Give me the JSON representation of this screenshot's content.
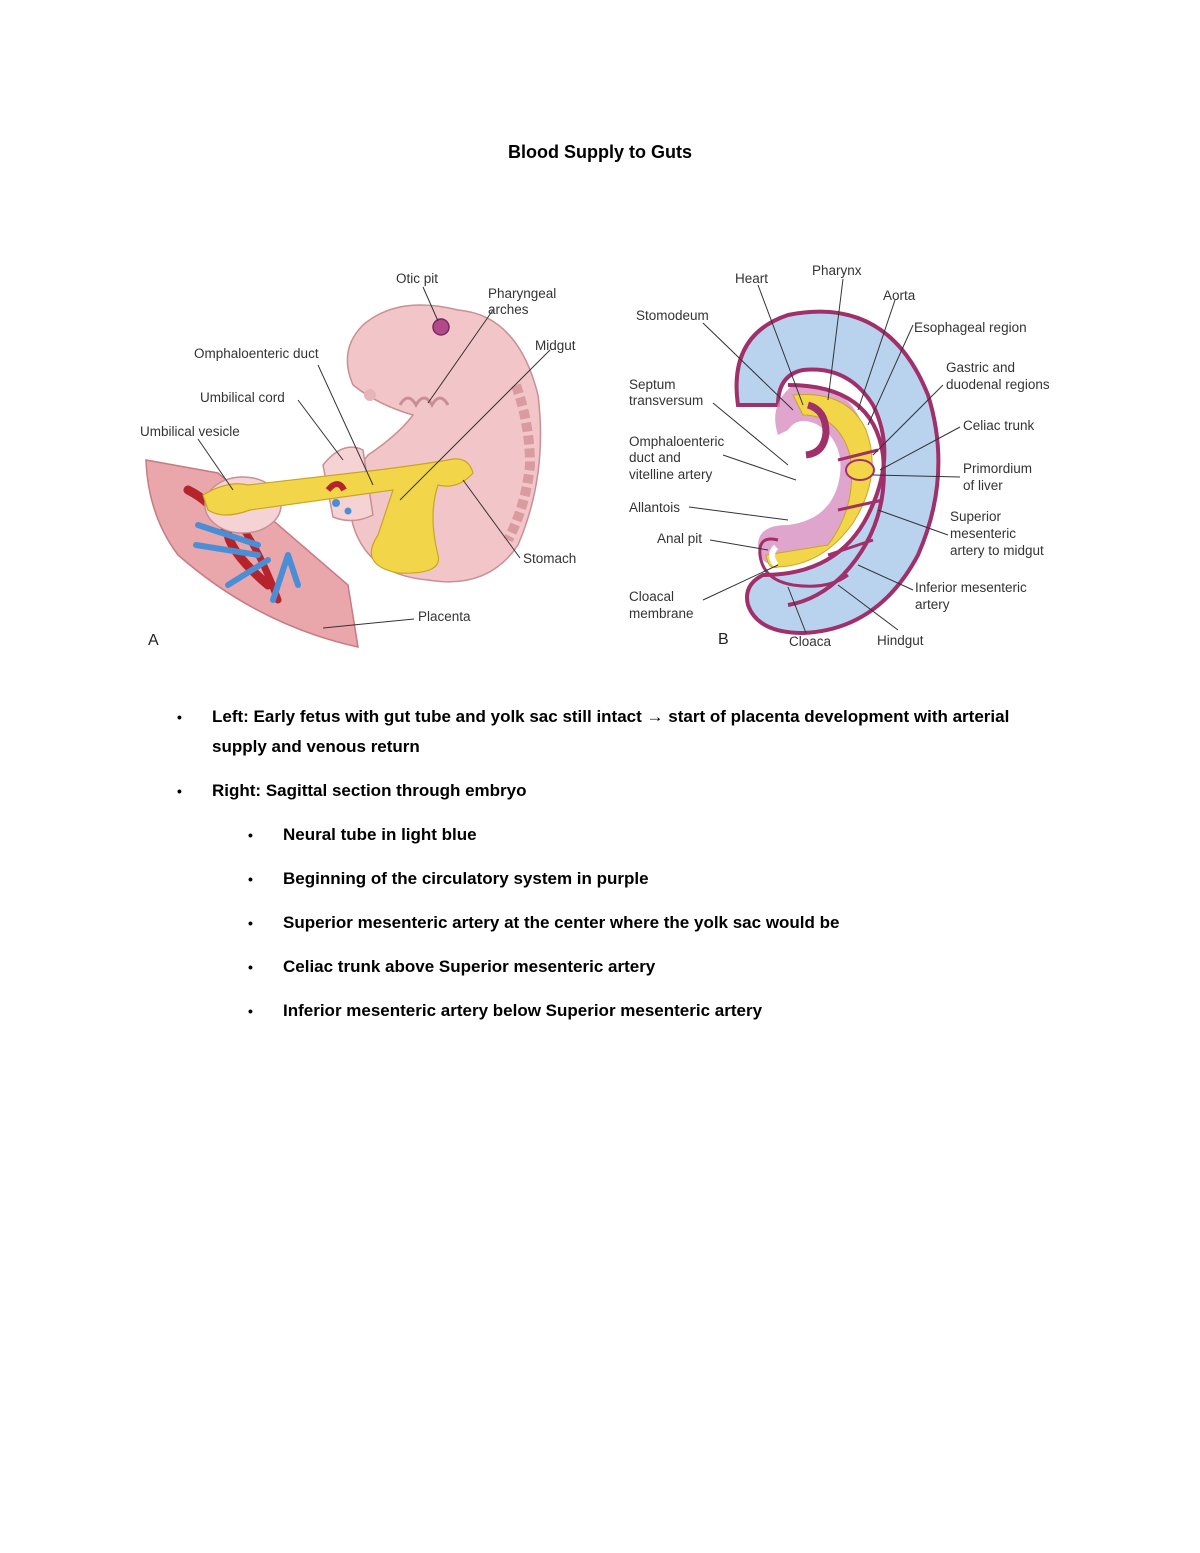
{
  "document": {
    "title": "Blood Supply to Guts"
  },
  "figure": {
    "panel_a": {
      "letter": "A",
      "labels": {
        "otic_pit": "Otic pit",
        "pharyngeal_arches_1": "Pharyngeal",
        "pharyngeal_arches_2": "arches",
        "omphaloenteric_duct": "Omphaloenteric duct",
        "midgut": "Midgut",
        "umbilical_cord": "Umbilical cord",
        "umbilical_vesicle": "Umbilical vesicle",
        "stomach": "Stomach",
        "placenta": "Placenta"
      }
    },
    "panel_b": {
      "letter": "B",
      "labels": {
        "heart": "Heart",
        "pharynx": "Pharynx",
        "aorta": "Aorta",
        "stomodeum": "Stomodeum",
        "esophageal_region": "Esophageal region",
        "gastric_1": "Gastric and",
        "gastric_2": "duodenal regions",
        "septum_1": "Septum",
        "septum_2": "transversum",
        "celiac_trunk": "Celiac trunk",
        "omph_1": "Omphaloenteric",
        "omph_2": "duct and",
        "omph_3": "vitelline artery",
        "primordium_1": "Primordium",
        "primordium_2": "of liver",
        "allantois": "Allantois",
        "sma_1": "Superior",
        "sma_2": "mesenteric",
        "sma_3": "artery to midgut",
        "anal_pit": "Anal pit",
        "ima_1": "Inferior mesenteric",
        "ima_2": "artery",
        "cloacal_1": "Cloacal",
        "cloacal_2": "membrane",
        "cloaca": "Cloaca",
        "hindgut": "Hindgut"
      }
    },
    "colors": {
      "tissue_pink": "#f2c6c8",
      "yellow_gut": "#f3d54a",
      "neural_blue": "#b9d3ef",
      "purple_circulation": "#a0306a",
      "artery_red": "#b5232b",
      "vein_blue": "#4a8fd6"
    }
  },
  "bullets": {
    "b1": "Left: Early fetus with gut tube and yolk sac still intact",
    "b1_arrow": "→",
    "b1_rest": "start of placenta development with arterial supply and venous return",
    "b2": "Right: Sagittal section through embryo",
    "s1": "Neural tube in light blue",
    "s2": "Beginning of the circulatory system in purple",
    "s3": "Superior mesenteric artery at the center where the yolk sac would be",
    "s4": "Celiac trunk above Superior mesenteric artery",
    "s5": "Inferior mesenteric artery below Superior mesenteric artery"
  },
  "bullet_glyph": "•"
}
